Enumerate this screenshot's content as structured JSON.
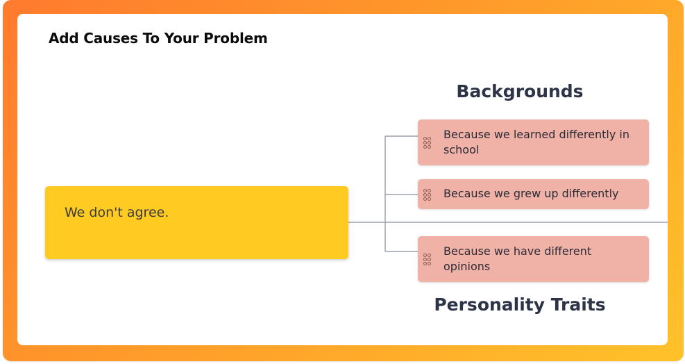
{
  "page": {
    "title": "Add Causes To Your Problem"
  },
  "diagram": {
    "problem": {
      "text": "We don't agree."
    },
    "groups": [
      {
        "label": "Backgrounds",
        "causes": [
          {
            "text": "Because we learned differently in school"
          },
          {
            "text": "Because we grew up differently"
          }
        ]
      },
      {
        "label": "Personality Traits",
        "causes": [
          {
            "text": "Because we have different opinions"
          }
        ]
      }
    ]
  },
  "colors": {
    "frame_gradient_start": "#ff7a2e",
    "frame_gradient_end": "#ffc22a",
    "problem_fill": "#ffca22",
    "cause_fill": "#f0b2a6",
    "connector": "#9aa0ad",
    "label_text": "#2d3448"
  }
}
